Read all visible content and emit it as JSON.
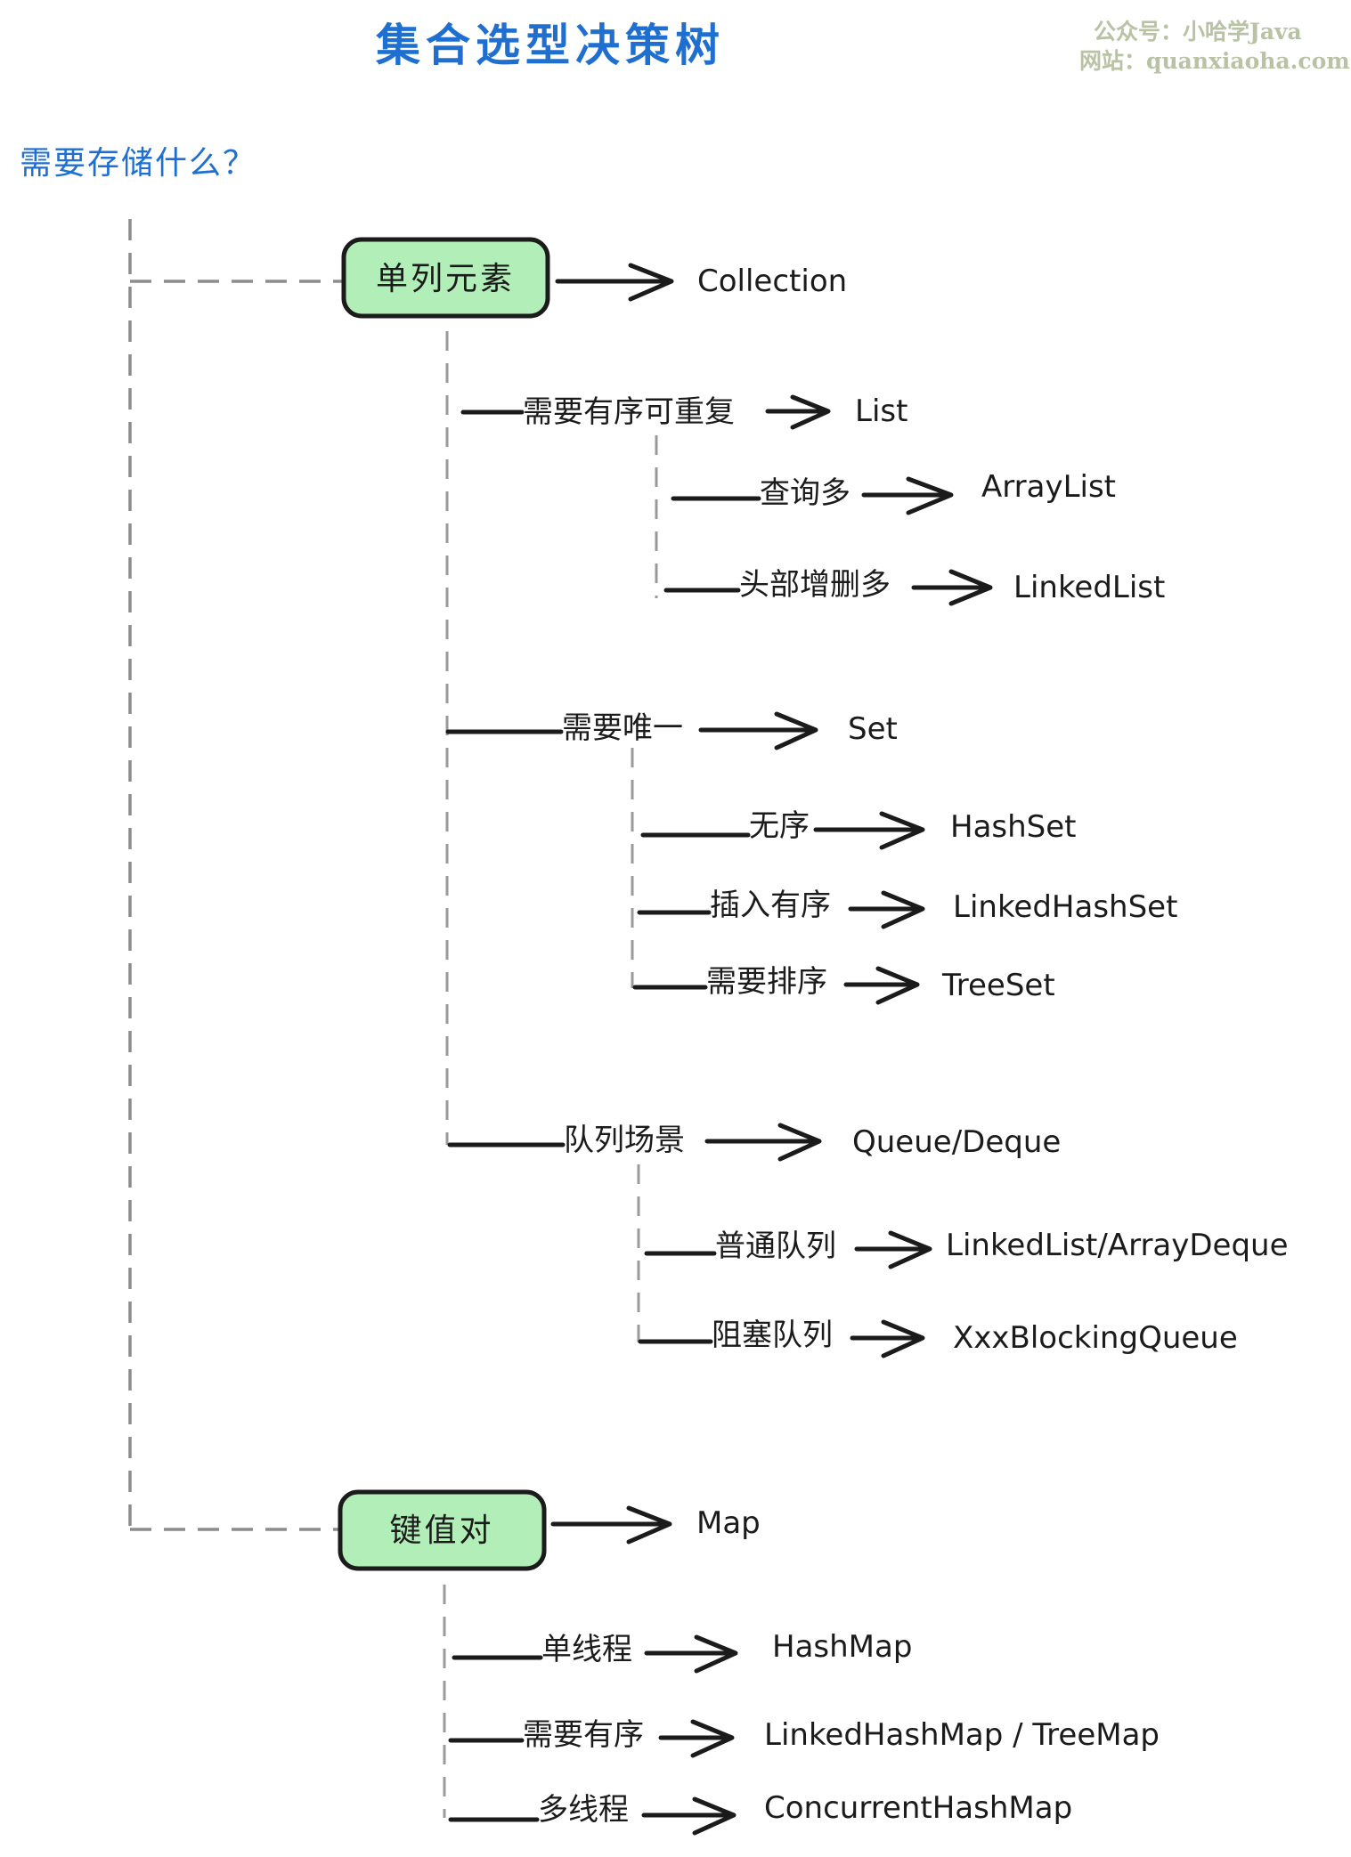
{
  "header": {
    "title": "集合选型决策树",
    "watermark_line1": "公众号：小哈学Java",
    "watermark_line2": "网站：quanxiaoha.com"
  },
  "root": {
    "question": "需要存储什么？"
  },
  "colors": {
    "title": "#1f6fd1",
    "node_fill": "#b2eeb8",
    "node_stroke": "#1b1b1b",
    "connector_dashed": "#8c8c8c",
    "watermark": "#b9c2a4"
  },
  "nodes": [
    {
      "label": "单列元素",
      "result": "Collection",
      "branches": [
        {
          "condition": "需要有序可重复",
          "result": "List",
          "children": [
            {
              "condition": "查询多",
              "result": "ArrayList"
            },
            {
              "condition": "头部增删多",
              "result": "LinkedList"
            }
          ]
        },
        {
          "condition": "需要唯一",
          "result": "Set",
          "children": [
            {
              "condition": "无序",
              "result": "HashSet"
            },
            {
              "condition": "插入有序",
              "result": "LinkedHashSet"
            },
            {
              "condition": "需要排序",
              "result": "TreeSet"
            }
          ]
        },
        {
          "condition": "队列场景",
          "result": "Queue/Deque",
          "children": [
            {
              "condition": "普通队列",
              "result": "LinkedList/ArrayDeque"
            },
            {
              "condition": "阻塞队列",
              "result": "XxxBlockingQueue"
            }
          ]
        }
      ]
    },
    {
      "label": "键值对",
      "result": "Map",
      "branches": [
        {
          "condition": "单线程",
          "result": "HashMap"
        },
        {
          "condition": "需要有序",
          "result": "LinkedHashMap / TreeMap"
        },
        {
          "condition": "多线程",
          "result": "ConcurrentHashMap"
        }
      ]
    }
  ]
}
